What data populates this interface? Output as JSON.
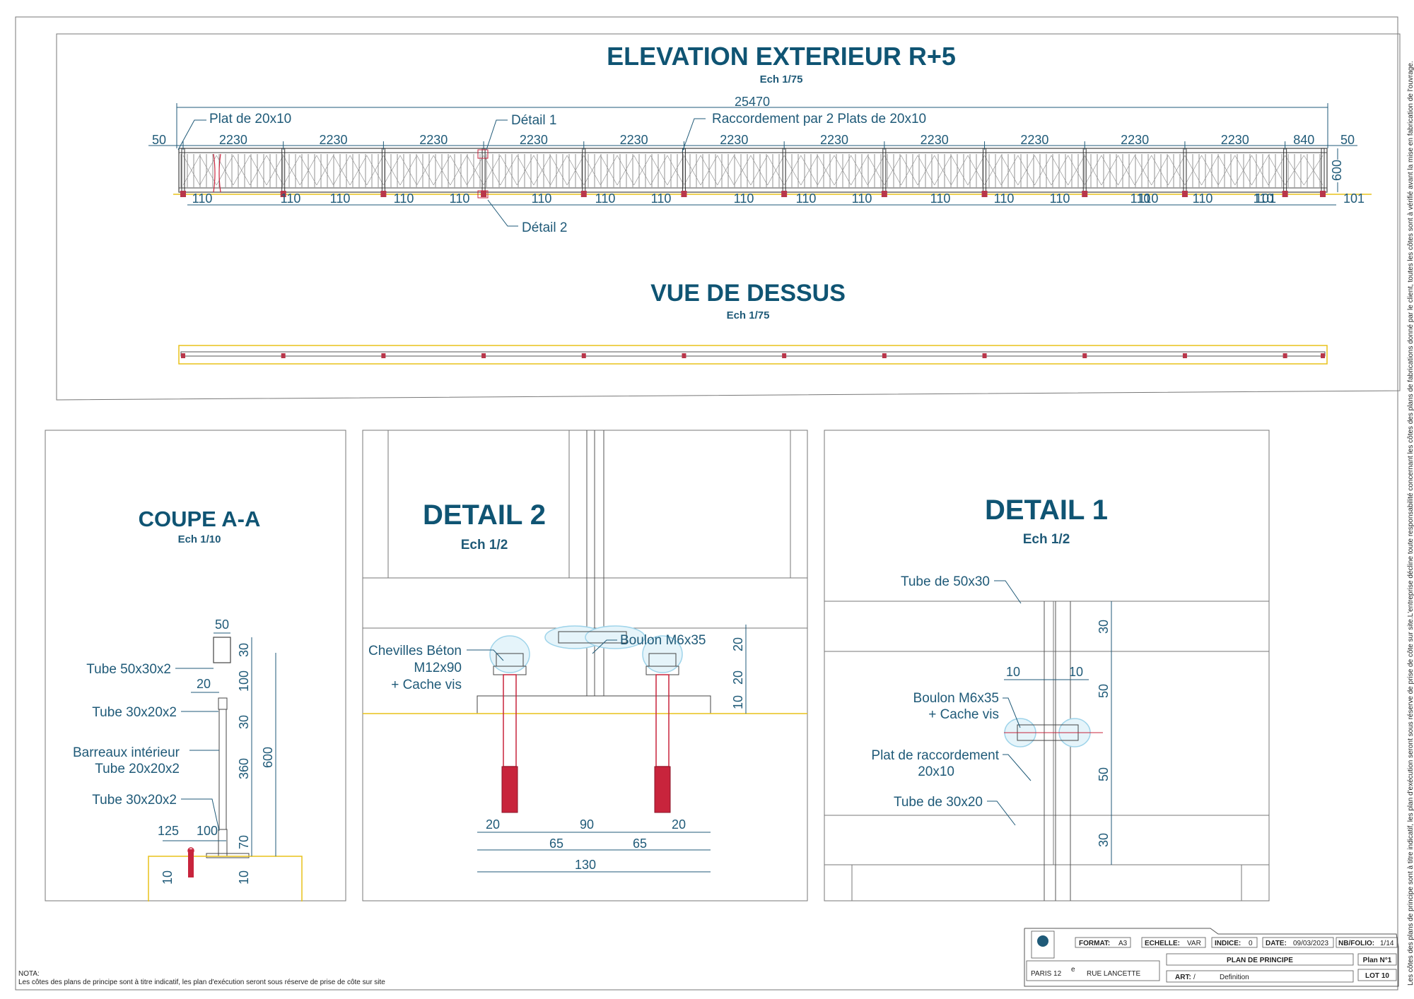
{
  "elevation": {
    "title": "ELEVATION EXTERIEUR R+5",
    "scale": "Ech 1/75",
    "total": "25470",
    "end_left": "50",
    "end_right": "50",
    "spans": [
      "2230",
      "2230",
      "2230",
      "2230",
      "2230",
      "2230",
      "2230",
      "2230",
      "2230",
      "2230",
      "2230",
      "840"
    ],
    "bottoms": [
      "110",
      "110",
      "110",
      "110",
      "110",
      "110",
      "110",
      "110",
      "110",
      "110",
      "110",
      "110",
      "110",
      "110",
      "110",
      "110",
      "110",
      "110",
      "101",
      "101"
    ],
    "height": "600",
    "callouts": {
      "plat": "Plat de 20x10",
      "detail1": "Détail 1",
      "raccord": "Raccordement par 2 Plats de 20x10",
      "detail2": "Détail 2"
    }
  },
  "top_view": {
    "title": "VUE DE DESSUS",
    "scale": "Ech 1/75"
  },
  "coupe": {
    "title": "COUPE A-A",
    "scale": "Ech 1/10",
    "labels": {
      "tube_top": "Tube 50x30x2",
      "tube_mid": "Tube 30x20x2",
      "barreaux1": "Barreaux intérieur",
      "barreaux2": "Tube 20x20x2",
      "tube_bot": "Tube 30x20x2"
    },
    "dims": {
      "w50": "50",
      "w20": "20",
      "d125": "125",
      "d100": "100",
      "d10a": "10",
      "d10b": "10",
      "h30a": "30",
      "h100": "100",
      "h30b": "30",
      "h360": "360",
      "h70": "70",
      "h600": "600"
    }
  },
  "detail2": {
    "title": "DETAIL 2",
    "scale": "Ech 1/2",
    "labels": {
      "chev1": "Chevilles Béton",
      "chev2": "M12x90",
      "chev3": "+ Cache vis",
      "boulon": "Boulon M6x35"
    },
    "dims": {
      "v20a": "20",
      "v20b": "20",
      "v10": "10",
      "b20a": "20",
      "b90": "90",
      "b20b": "20",
      "b65a": "65",
      "b65b": "65",
      "b130": "130"
    }
  },
  "detail1": {
    "title": "DETAIL 1",
    "scale": "Ech 1/2",
    "labels": {
      "tube50": "Tube de 50x30",
      "boulon1": "Boulon M6x35",
      "boulon2": "+ Cache vis",
      "plat1": "Plat de raccordement",
      "plat2": "20x10",
      "tube30": "Tube de 30x20"
    },
    "dims": {
      "w10a": "10",
      "w10b": "10",
      "h30a": "30",
      "h50a": "50",
      "h50b": "50",
      "h30b": "30"
    }
  },
  "note": {
    "head": "NOTA:",
    "text": "Les côtes des plans de principe sont à titre indicatif, les plan d'exécution seront sous réserve de prise de côte sur site"
  },
  "side_note": "Les côtes des plans de principe sont à titre indicatif, les plan d'exécution seront sous réserve de prise de côte sur site.L'entreprise décline toute responsabilité concernant les côtes des plans de fabrications donné par le client, toutes les côtes sont à vérifié avant la mise en fabrication de l'ouvrage.",
  "title_block": {
    "format_label": "FORMAT:",
    "format": "A3",
    "echelle_label": "ECHELLE:",
    "echelle": "VAR",
    "indice_label": "INDICE:",
    "indice": "0",
    "date_label": "DATE:",
    "date": "09/03/2023",
    "folio_label": "NB/FOLIO:",
    "folio": "1/14",
    "plan_de_principe": "PLAN DE PRINCIPE",
    "plan_num": "Plan N°1",
    "art_label": "ART:",
    "art": "/",
    "definition": "Definition",
    "lot": "LOT 10",
    "city": "PARIS 12",
    "city_sup": "e",
    "street": "RUE LANCETTE"
  },
  "colors": {
    "title": "#0f5473",
    "dim": "#1f5a78",
    "anchor": "#c8243c",
    "yellow": "#e8c21a",
    "highlight": "#9fd4ea"
  }
}
